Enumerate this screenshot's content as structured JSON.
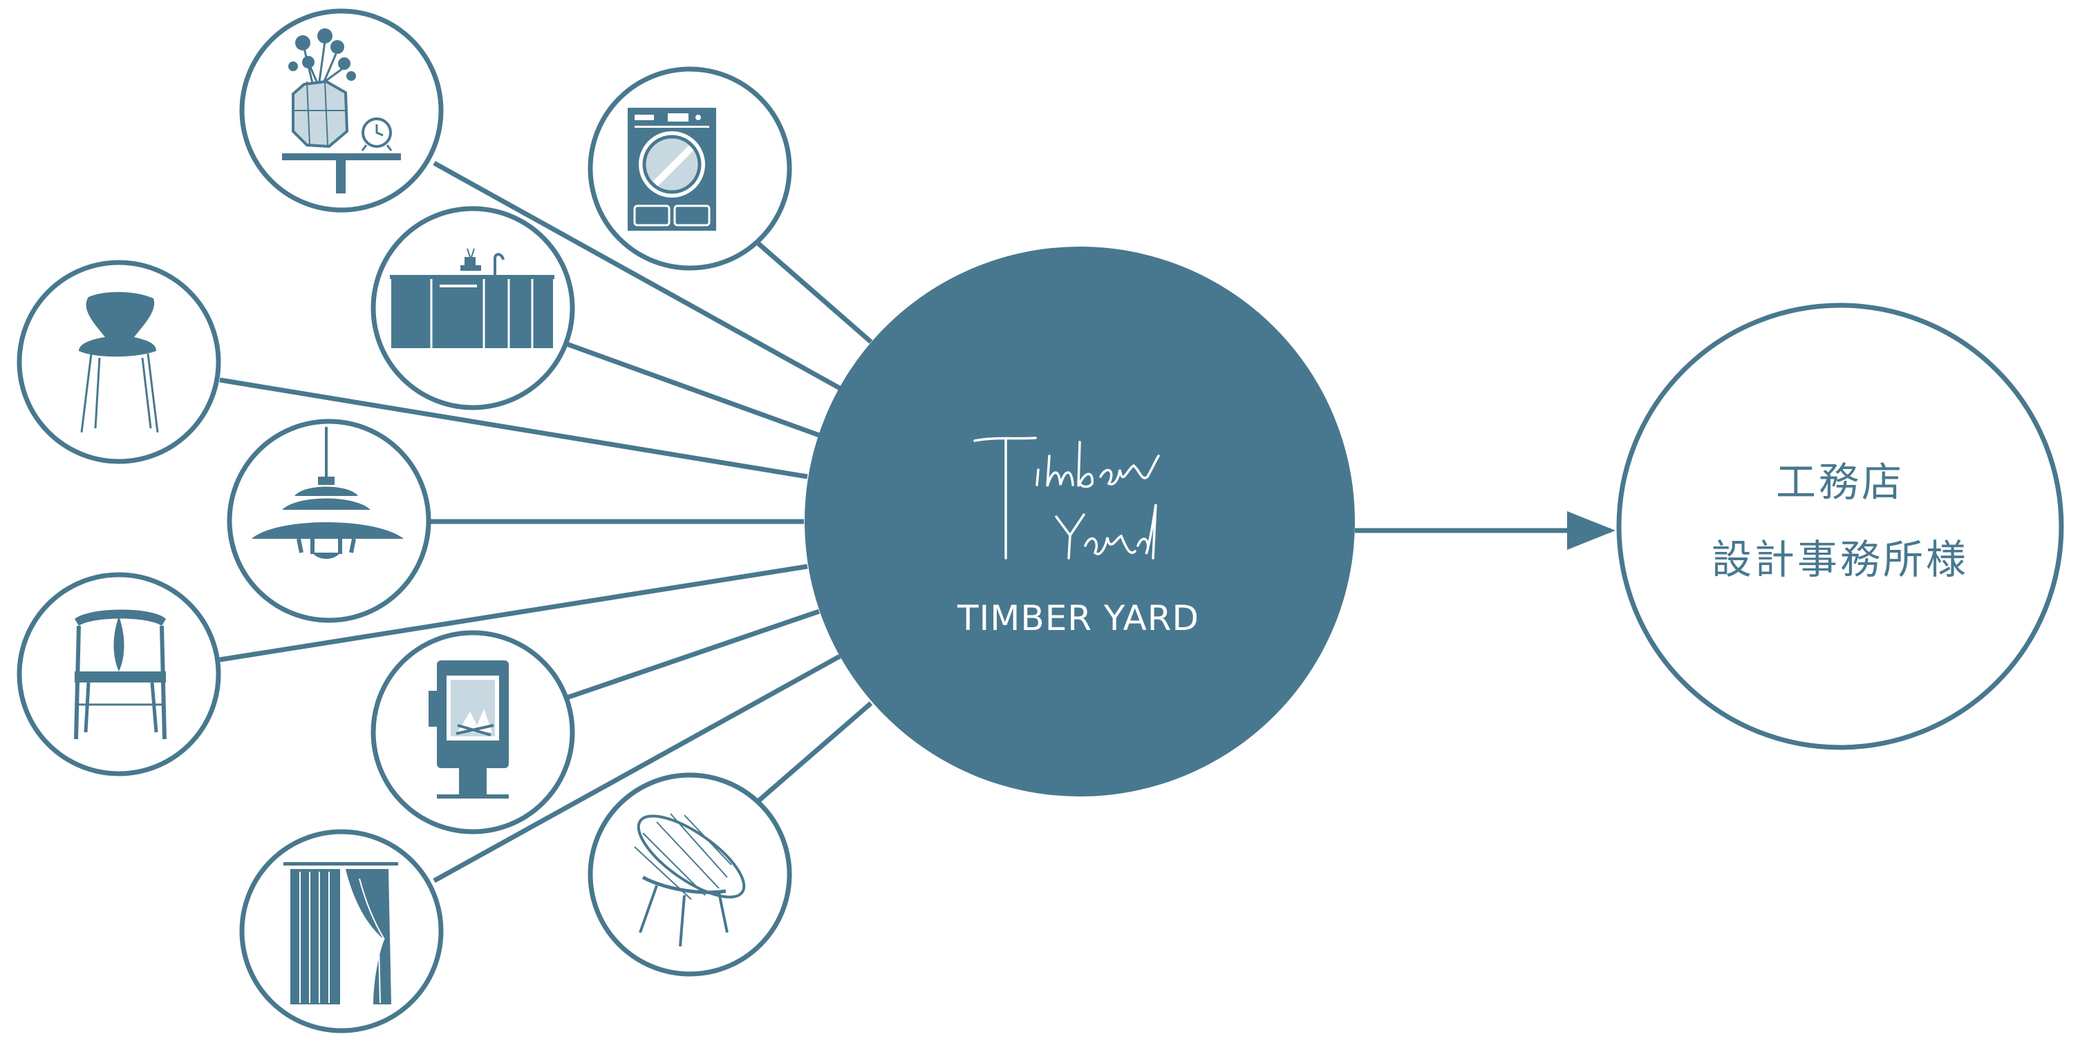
{
  "hub": {
    "logo_line1": "Timber",
    "logo_line2": "Yard",
    "label": "TIMBER YARD"
  },
  "target": {
    "line1": "工務店",
    "line2": "設計事務所様"
  },
  "items": [
    {
      "id": "flower-vase-clock",
      "icon": "flower-vase-clock-icon"
    },
    {
      "id": "washing-machine",
      "icon": "washing-machine-icon"
    },
    {
      "id": "kitchen",
      "icon": "kitchen-icon"
    },
    {
      "id": "series7-chair",
      "icon": "chair-icon"
    },
    {
      "id": "pendant-lamp",
      "icon": "pendant-lamp-icon"
    },
    {
      "id": "wishbone-chair",
      "icon": "wishbone-chair-icon"
    },
    {
      "id": "wood-stove",
      "icon": "wood-stove-icon"
    },
    {
      "id": "curtain",
      "icon": "curtain-icon"
    },
    {
      "id": "acapulco-chair",
      "icon": "wire-lounge-chair-icon"
    }
  ],
  "colors": {
    "primary": "#48788f",
    "light": "#c8d8e0",
    "background": "#ffffff"
  }
}
